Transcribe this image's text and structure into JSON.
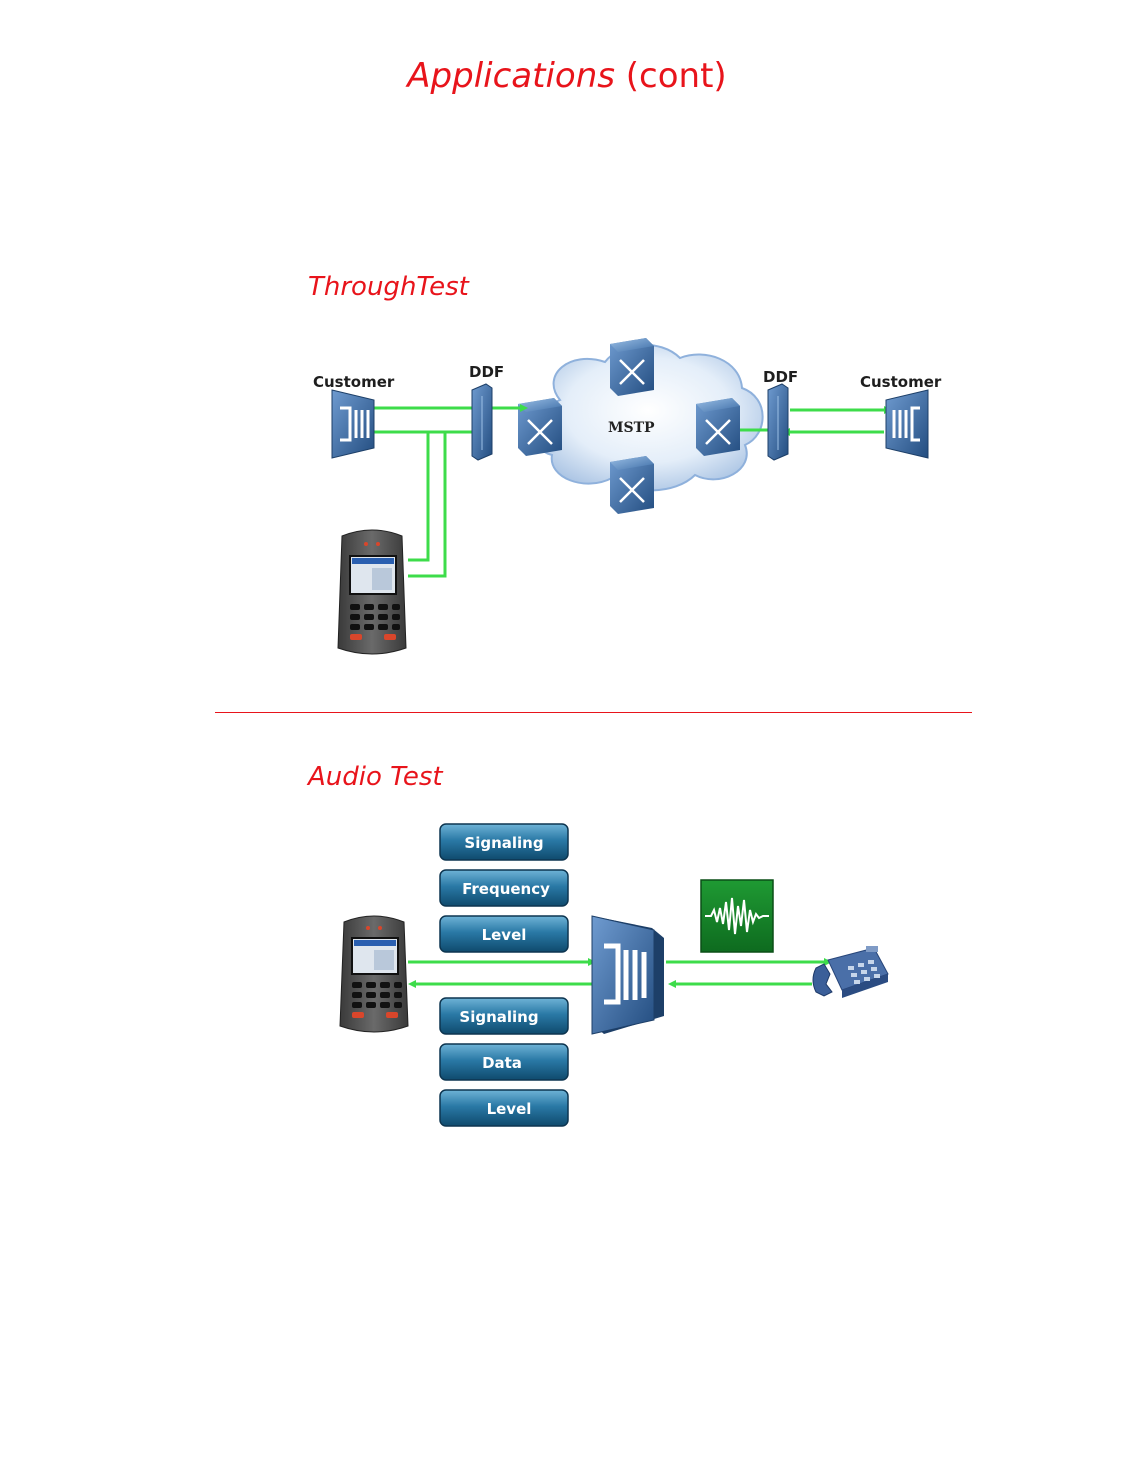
{
  "page": {
    "title_italic": "Applications",
    "title_rest": " (cont)"
  },
  "through_test": {
    "title": "ThroughTest",
    "labels": {
      "customer_left": "Customer",
      "ddf_left": "DDF",
      "network": "MSTP",
      "ddf_right": "DDF",
      "customer_right": "Customer"
    }
  },
  "audio_test": {
    "title": "Audio Test",
    "outgoing_items": [
      "Signaling",
      "Frequency",
      "Level"
    ],
    "incoming_items": [
      "Signaling",
      "Data",
      "Level"
    ]
  },
  "colors": {
    "accent_red": "#e8141b",
    "link_green": "#3ddc4a",
    "equipment_blue": "#2f5f95",
    "pill_blue": "#1c5d82"
  },
  "icons": [
    "handheld-tester-icon",
    "mux-device-icon",
    "ddf-panel-icon",
    "switch-node-icon",
    "cloud-icon",
    "waveform-icon",
    "telephone-icon"
  ]
}
